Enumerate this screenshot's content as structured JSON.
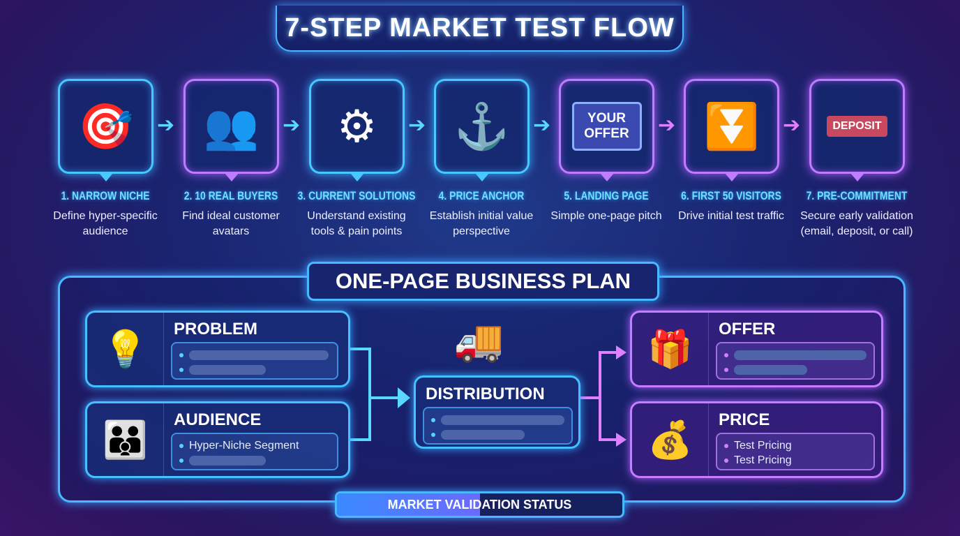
{
  "title": "7-STEP MARKET TEST FLOW",
  "steps": [
    {
      "label": "1. NARROW NICHE",
      "desc": "Define hyper-specific audience",
      "icon": "target-magnifier-icon",
      "glyph": "🎯"
    },
    {
      "label": "2. 10 REAL BUYERS",
      "desc": "Find ideal customer avatars",
      "icon": "people-dollar-icon",
      "glyph": "👥"
    },
    {
      "label": "3. CURRENT SOLUTIONS",
      "desc": "Understand existing tools & pain points",
      "icon": "gears-puzzle-icon",
      "glyph": "⚙"
    },
    {
      "label": "4. PRICE ANCHOR",
      "desc": "Establish initial value perspective",
      "icon": "price-tag-anchor-icon",
      "glyph": "⚓"
    },
    {
      "label": "5. LANDING PAGE",
      "desc": "Simple one-page pitch",
      "icon": "monitor-icon",
      "screen_text": "YOUR OFFER"
    },
    {
      "label": "6. FIRST 50 VISITORS",
      "desc": "Drive initial test traffic",
      "icon": "funnel-gauge-icon",
      "glyph": "⏬"
    },
    {
      "label": "7. PRE-COMMITMENT",
      "desc": "Secure early validation (email, deposit, or call)",
      "icon": "deposit-signature-icon",
      "badge_text": "DEPOSIT"
    }
  ],
  "plan": {
    "title": "ONE-PAGE BUSINESS PLAN",
    "problem": {
      "title": "PROBLEM",
      "icon": "lightbulb-question-icon",
      "glyph": "💡"
    },
    "audience": {
      "title": "AUDIENCE",
      "icon": "audience-target-icon",
      "glyph": "👪",
      "item1": "Hyper-Niche Segment"
    },
    "distribution": {
      "title": "DISTRIBUTION",
      "icon": "delivery-truck-icon",
      "glyph": "🚚"
    },
    "offer": {
      "title": "OFFER",
      "icon": "gift-box-icon",
      "glyph": "🎁"
    },
    "price": {
      "title": "PRICE",
      "icon": "price-tag-coins-icon",
      "glyph": "💰",
      "item1": "Test Pricing",
      "item2": "Test Pricing"
    }
  },
  "status": {
    "label": "MARKET VALIDATION STATUS",
    "progress_percent": 50
  },
  "colors": {
    "accent_cyan": "#49c8ff",
    "accent_pink": "#c07cff",
    "background": "#1a2470"
  }
}
